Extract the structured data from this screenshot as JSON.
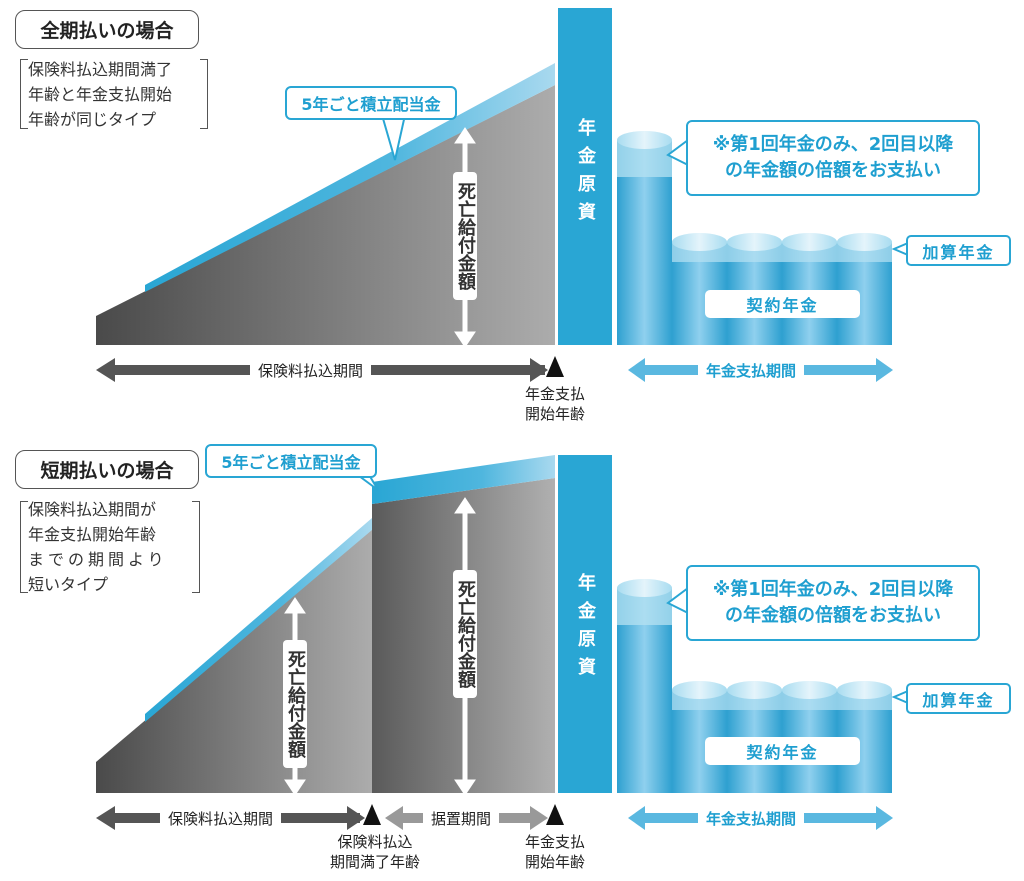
{
  "panels": [
    {
      "title": "全期払いの場合",
      "description": [
        "保険料払込期間満了",
        "年齢と年金支払開始",
        "年齢が同じタイプ"
      ],
      "dividend_label": "5年ごと積立配当金",
      "death_benefit_label": "死亡給付金額",
      "pension_fund_label": "年金原資",
      "note": [
        "※第1回年金のみ、2回目以降",
        "の年金額の倍額をお支払い"
      ],
      "additional_pension": "加算年金",
      "contract_pension": "契約年金",
      "premium_period": "保険料払込期間",
      "pension_start": [
        "年金支払",
        "開始年齢"
      ],
      "pension_period": "年金支払期間"
    },
    {
      "title": "短期払いの場合",
      "description": [
        "保険料払込期間が",
        "年金支払開始年齢",
        "までの期間より",
        "短いタイプ"
      ],
      "dividend_label": "5年ごと積立配当金",
      "death_benefit_label": "死亡給付金額",
      "death_benefit_label_2": "死亡給付金額",
      "pension_fund_label": "年金原資",
      "note": [
        "※第1回年金のみ、2回目以降",
        "の年金額の倍額をお支払い"
      ],
      "additional_pension": "加算年金",
      "contract_pension": "契約年金",
      "premium_period": "保険料払込期間",
      "premium_end": [
        "保険料払込",
        "期間満了年齢"
      ],
      "deferral_period": "据置期間",
      "pension_start": [
        "年金支払",
        "開始年齢"
      ],
      "pension_period": "年金支払期間"
    }
  ],
  "colors": {
    "accent": "#29a6d4",
    "gray_dark": "#555555",
    "gray_light": "#aaaaaa"
  }
}
